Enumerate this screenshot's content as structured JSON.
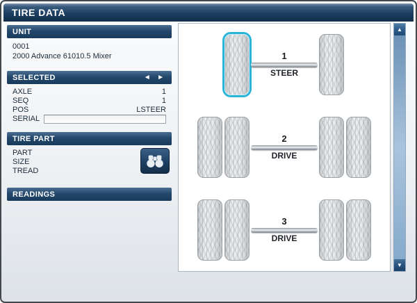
{
  "header": {
    "title": "TIRE DATA"
  },
  "sidebar": {
    "unit": {
      "label": "UNIT",
      "lines": [
        "0001",
        "2000 Advance 61010.5 Mixer"
      ]
    },
    "selected": {
      "label": "SELECTED",
      "rows": [
        {
          "label": "AXLE",
          "value": "1"
        },
        {
          "label": "SEQ",
          "value": "1"
        },
        {
          "label": "POS",
          "value": "LSTEER"
        }
      ],
      "serial_label": "SERIAL",
      "serial_value": ""
    },
    "tire_part": {
      "label": "TIRE PART",
      "rows": [
        "PART",
        "SIZE",
        "TREAD"
      ]
    },
    "readings": {
      "label": "READINGS"
    }
  },
  "diagram": {
    "selected_tire": "1-left-0",
    "axles": [
      {
        "number": "1",
        "label": "STEER",
        "tires_per_side": 1
      },
      {
        "number": "2",
        "label": "DRIVE",
        "tires_per_side": 2
      },
      {
        "number": "3",
        "label": "DRIVE",
        "tires_per_side": 2
      }
    ]
  },
  "icons": {
    "prev": "◄",
    "next": "►",
    "up_arrow": "▲",
    "down_arrow": "▼"
  },
  "colors": {
    "accent_selected": "#29B4D8",
    "header_navy": "#1C3E60",
    "panel_border": "#AEB6BD"
  }
}
